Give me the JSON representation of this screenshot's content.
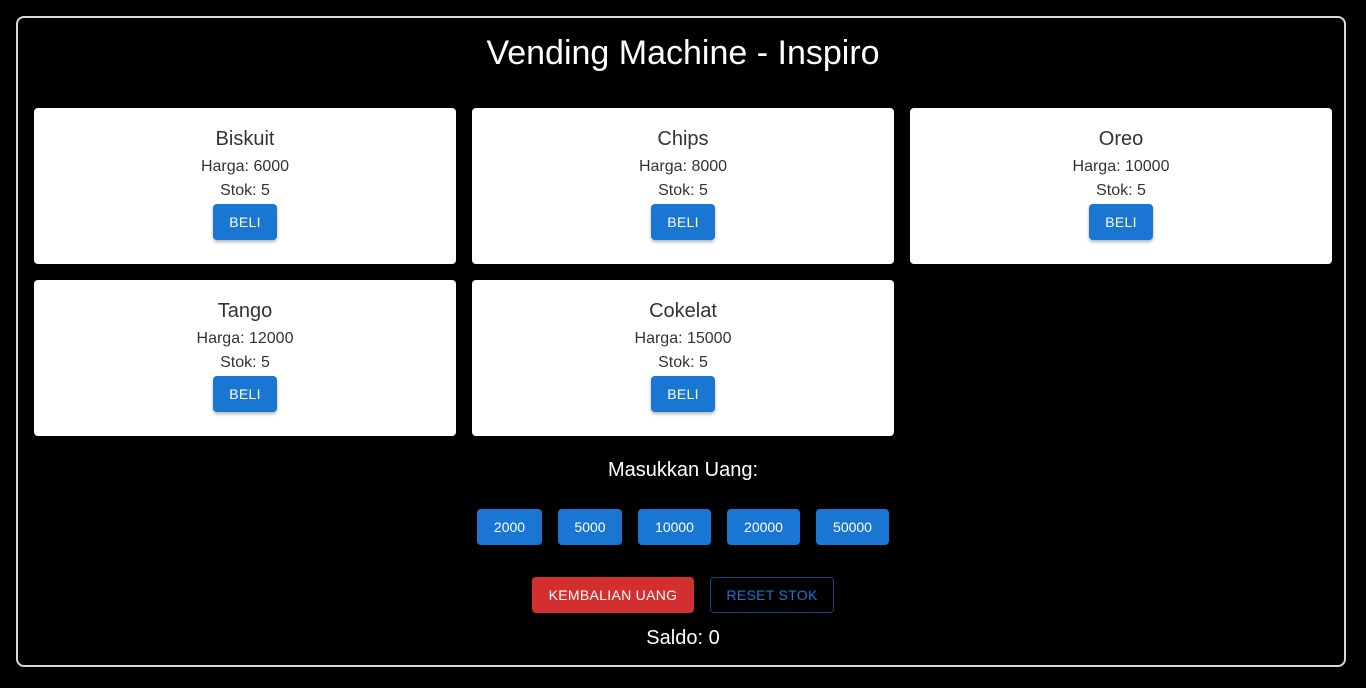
{
  "app": {
    "title": "Vending Machine - Inspiro"
  },
  "products": [
    {
      "name": "Biskuit",
      "price_text": "Harga: 6000",
      "stock_text": "Stok: 5",
      "buy_label": "BELI"
    },
    {
      "name": "Chips",
      "price_text": "Harga: 8000",
      "stock_text": "Stok: 5",
      "buy_label": "BELI"
    },
    {
      "name": "Oreo",
      "price_text": "Harga: 10000",
      "stock_text": "Stok: 5",
      "buy_label": "BELI"
    },
    {
      "name": "Tango",
      "price_text": "Harga: 12000",
      "stock_text": "Stok: 5",
      "buy_label": "BELI"
    },
    {
      "name": "Cokelat",
      "price_text": "Harga: 15000",
      "stock_text": "Stok: 5",
      "buy_label": "BELI"
    }
  ],
  "money": {
    "label": "Masukkan Uang:",
    "denominations": [
      "2000",
      "5000",
      "10000",
      "20000",
      "50000"
    ]
  },
  "actions": {
    "return_label": "KEMBALIAN UANG",
    "reset_label": "RESET STOK"
  },
  "balance": {
    "text": "Saldo: 0"
  },
  "colors": {
    "background": "#000000",
    "primary": "#1976d2",
    "danger": "#d32f2f",
    "card": "#ffffff",
    "frame_border": "#d9d9d9"
  }
}
